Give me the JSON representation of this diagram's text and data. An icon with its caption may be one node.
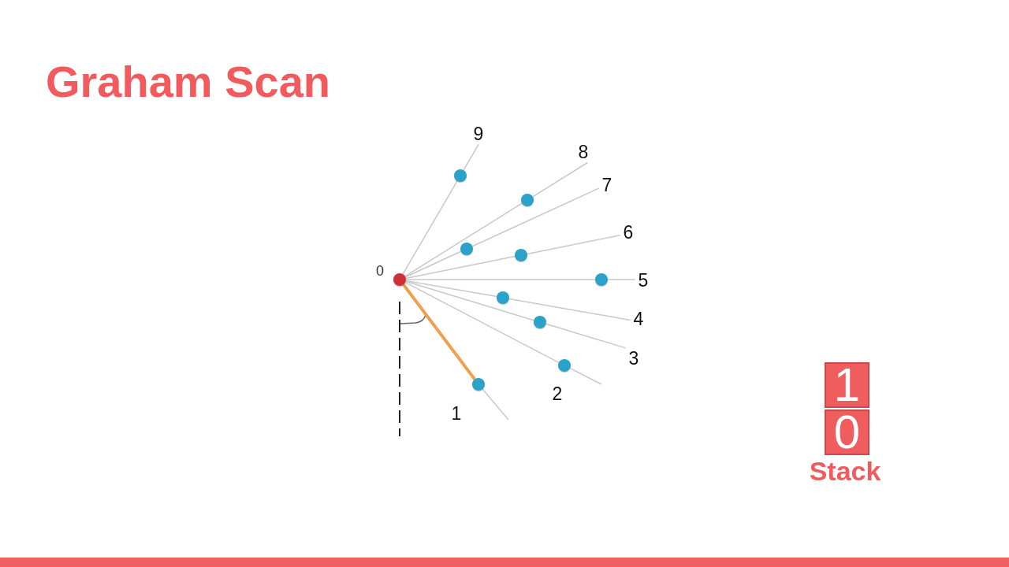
{
  "diagram": {
    "title": "Graham Scan",
    "nodes": [
      {
        "text": [],
        "shape": "circle",
        "beside": [
          "0"
        ]
      },
      {
        "text": [],
        "shape": "circle",
        "beside": [
          "1"
        ]
      },
      {
        "text": [],
        "shape": "circle",
        "beside": [
          "2"
        ]
      },
      {
        "text": [],
        "shape": "circle"
      },
      {
        "text": [],
        "shape": "circle"
      },
      {
        "text": [],
        "shape": "circle"
      },
      {
        "text": [],
        "shape": "circle"
      },
      {
        "text": [],
        "shape": "circle"
      },
      {
        "text": [],
        "shape": "circle"
      },
      {
        "text": [],
        "shape": "circle"
      },
      {
        "text": [
          "3"
        ]
      },
      {
        "text": [
          "4"
        ]
      },
      {
        "text": [
          "5"
        ]
      },
      {
        "text": [
          "6"
        ]
      },
      {
        "text": [
          "7"
        ]
      },
      {
        "text": [
          "8"
        ]
      },
      {
        "text": [
          "9"
        ]
      },
      {
        "text": [
          "1"
        ]
      },
      {
        "text": [
          "0"
        ]
      }
    ],
    "edges": [
      {
        "from": 0,
        "to": 1,
        "arrow": "none",
        "style": "thick",
        "color": "#f0a048"
      },
      {
        "from": 0,
        "to": 2,
        "arrow": "none"
      },
      {
        "from": 0,
        "to": 3,
        "arrow": "none"
      },
      {
        "from": 0,
        "to": 4,
        "arrow": "none"
      },
      {
        "from": 0,
        "to": 5,
        "arrow": "none"
      },
      {
        "from": 0,
        "to": 6,
        "arrow": "none"
      },
      {
        "from": 0,
        "to": 7,
        "arrow": "none"
      },
      {
        "from": 0,
        "to": 8,
        "arrow": "none"
      },
      {
        "from": 0,
        "to": 9,
        "arrow": "none"
      },
      {
        "from": 3,
        "to": 10,
        "arrow": "none"
      },
      {
        "from": 4,
        "to": 11,
        "arrow": "none"
      },
      {
        "from": 5,
        "to": 12,
        "arrow": "none"
      },
      {
        "from": 6,
        "to": 13,
        "arrow": "none"
      },
      {
        "from": 7,
        "to": 14,
        "arrow": "none"
      },
      {
        "from": 8,
        "to": 15,
        "arrow": "none"
      },
      {
        "from": 9,
        "to": 16,
        "arrow": "none"
      }
    ],
    "labels": [
      "Stack"
    ]
  }
}
